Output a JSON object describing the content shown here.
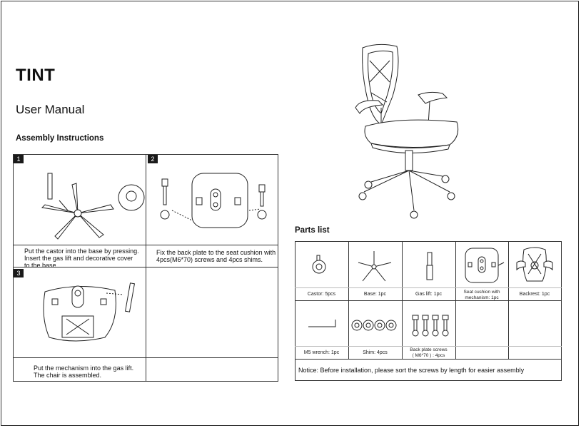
{
  "header": {
    "brand": "TINT",
    "subtitle": "User Manual",
    "assembly_heading": "Assembly Instructions"
  },
  "steps": [
    {
      "number": "1",
      "text": "Put the castor into the base by pressing.\nInsert the gas lift and decorative cover\n to the base."
    },
    {
      "number": "2",
      "text": "Fix the back plate to the seat cushion with\n 4pcs(M6*70) screws and 4pcs shims."
    },
    {
      "number": "3",
      "text": "Put the mechanism into the gas lift.\nThe chair is assembled."
    }
  ],
  "parts": {
    "heading": "Parts list",
    "items": [
      {
        "label": "Castor: 5pcs",
        "icon": "castor-icon"
      },
      {
        "label": "Base: 1pc",
        "icon": "base-icon"
      },
      {
        "label": "Gas lift: 1pc",
        "icon": "gas-lift-icon"
      },
      {
        "label": "Seat cushion with\nmechanism: 1pc",
        "icon": "seat-cushion-icon"
      },
      {
        "label": "Backrest: 1pc",
        "icon": "backrest-icon"
      },
      {
        "label": "M5 wrench: 1pc",
        "icon": "wrench-icon"
      },
      {
        "label": "Shim: 4pcs",
        "icon": "shim-icon"
      },
      {
        "label": "Back plate screws\n( M6*70 ) : 4pcs",
        "icon": "screw-icon"
      }
    ],
    "notice": "Notice: Before installation, please sort the screws by length for easier assembly"
  }
}
